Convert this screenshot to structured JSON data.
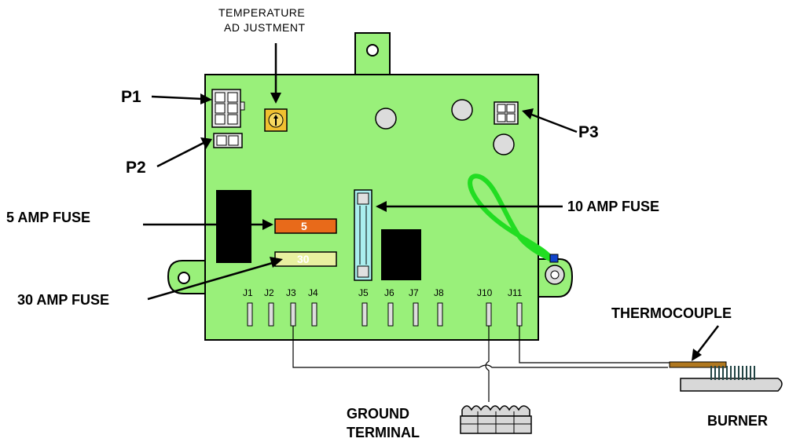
{
  "labels": {
    "temp_adjust_line1": "TEMPERATURE",
    "temp_adjust_line2": "AD JUSTMENT",
    "p1": "P1",
    "p2": "P2",
    "p3": "P3",
    "fuse_5_amp": "5 AMP FUSE",
    "fuse_10_amp": "10 AMP FUSE",
    "fuse_30_amp": "30 AMP FUSE",
    "thermocouple": "THERMOCOUPLE",
    "ground_terminal_line1": "GROUND",
    "ground_terminal_line2": "TERMINAL",
    "burner": "BURNER"
  },
  "fuse_values": {
    "five": "5",
    "thirty": "30"
  },
  "jumpers": [
    "J1",
    "J2",
    "J3",
    "J4",
    "J5",
    "J6",
    "J7",
    "J8",
    "J10",
    "J11"
  ],
  "colors": {
    "board": "#99f07a",
    "board_edge": "#33aa22",
    "fuse_5": "#e86a1a",
    "fuse_30": "#e8f0a0",
    "fuse_10": "#aaeeee",
    "wire_loop": "#22dd22",
    "thermocouple": "#b07820",
    "burner": "#d8d8d8",
    "pot": "#f0c030",
    "relay": "#000000"
  }
}
